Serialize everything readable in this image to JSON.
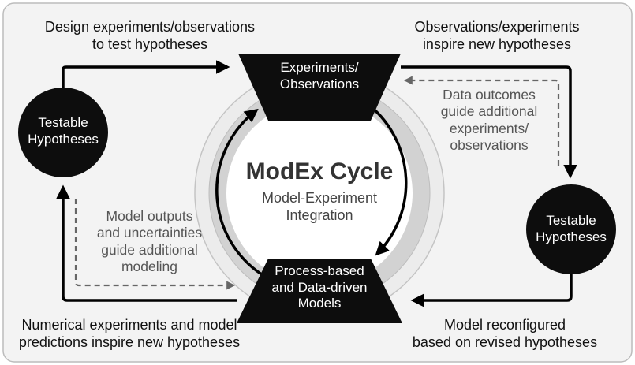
{
  "colors": {
    "frame_fill": "#f3f3f3",
    "frame_stroke": "#bcbcbc",
    "node_fill": "#0d0d0d",
    "ring_outer": "#ececec",
    "ring_mid": "#cfcfcf",
    "arrow": "#000000",
    "dashed_arrow": "#666666"
  },
  "icons": [
    "arrow-right-icon",
    "arrow-down-icon",
    "arrow-left-icon",
    "arrow-up-icon",
    "dashed-arrow-left-icon",
    "dashed-arrow-right-icon"
  ],
  "center": {
    "title": "ModEx Cycle",
    "subtitle_line1": "Model-Experiment",
    "subtitle_line2": "Integration"
  },
  "nodes": {
    "experiments": {
      "line1": "Experiments/",
      "line2": "Observations"
    },
    "models": {
      "line1": "Process-based",
      "line2": "and Data-driven",
      "line3": "Models"
    },
    "hypotheses_left": {
      "line1": "Testable",
      "line2": "Hypotheses"
    },
    "hypotheses_right": {
      "line1": "Testable",
      "line2": "Hypotheses"
    }
  },
  "captions": {
    "top_left": {
      "line1": "Design experiments/observations",
      "line2": "to test hypotheses"
    },
    "top_right": {
      "line1": "Observations/experiments",
      "line2": "inspire new hypotheses"
    },
    "bottom_left": {
      "line1": "Numerical experiments and model",
      "line2": "predictions inspire new hypotheses"
    },
    "bottom_right": {
      "line1": "Model reconfigured",
      "line2": "based on revised hypotheses"
    },
    "data_outcomes": {
      "line1": "Data outcomes",
      "line2": "guide additional",
      "line3": "experiments/",
      "line4": "observations"
    },
    "model_outputs": {
      "line1": "Model outputs",
      "line2": "and uncertainties",
      "line3": "guide additional",
      "line4": "modeling"
    }
  }
}
